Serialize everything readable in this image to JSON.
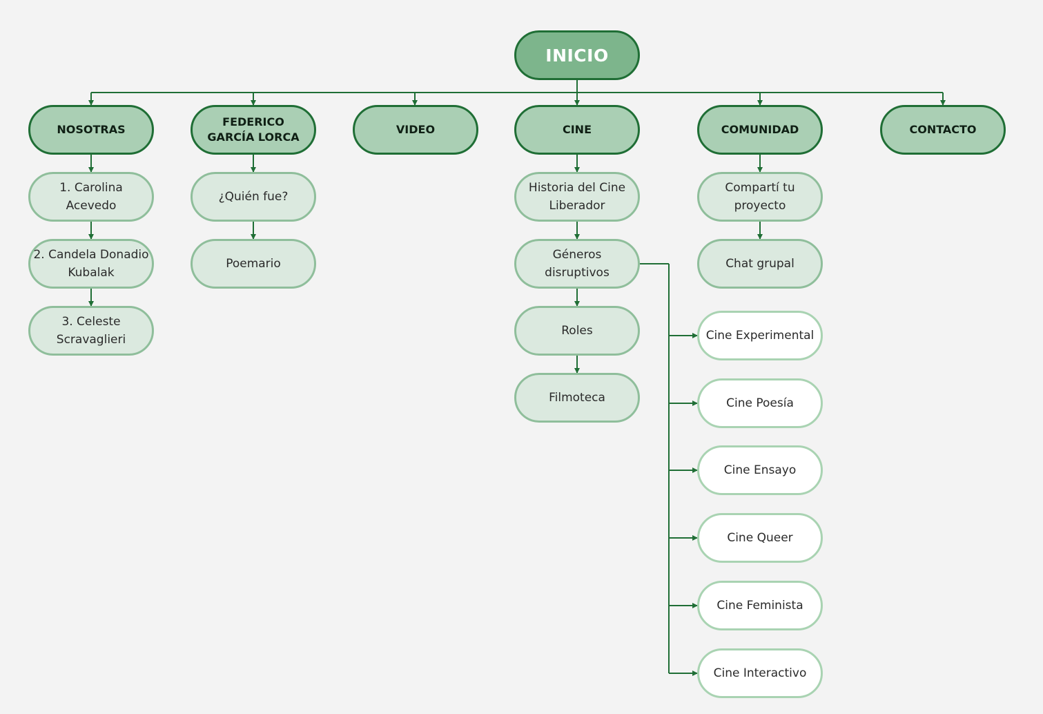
{
  "root": {
    "label": "INICIO"
  },
  "sections": [
    {
      "label": "NOSOTRAS",
      "children": [
        "1. Carolina Acevedo",
        "2. Candela Donadio Kubalak",
        "3. Celeste Scravaglieri"
      ]
    },
    {
      "label": "FEDERICO GARCÍA LORCA",
      "children": [
        "¿Quién fue?",
        "Poemario"
      ]
    },
    {
      "label": "VIDEO",
      "children": []
    },
    {
      "label": "CINE",
      "children": [
        "Historia del Cine Liberador",
        "Géneros disruptivos",
        "Roles",
        "Filmoteca"
      ]
    },
    {
      "label": "COMUNIDAD",
      "children": [
        "Compartí tu proyecto",
        "Chat grupal"
      ]
    },
    {
      "label": "CONTACTO",
      "children": []
    }
  ],
  "genres": [
    "Cine Experimental",
    "Cine Poesía",
    "Cine Ensayo",
    "Cine Queer",
    "Cine Feminista",
    "Cine Interactivo"
  ],
  "colors": {
    "line": "#1f6e35",
    "root_fill": "#7db58c",
    "section_fill": "#aacfb4",
    "sub_fill": "#dbe9df",
    "genre_fill": "#ffffff",
    "background": "#f3f3f3"
  }
}
